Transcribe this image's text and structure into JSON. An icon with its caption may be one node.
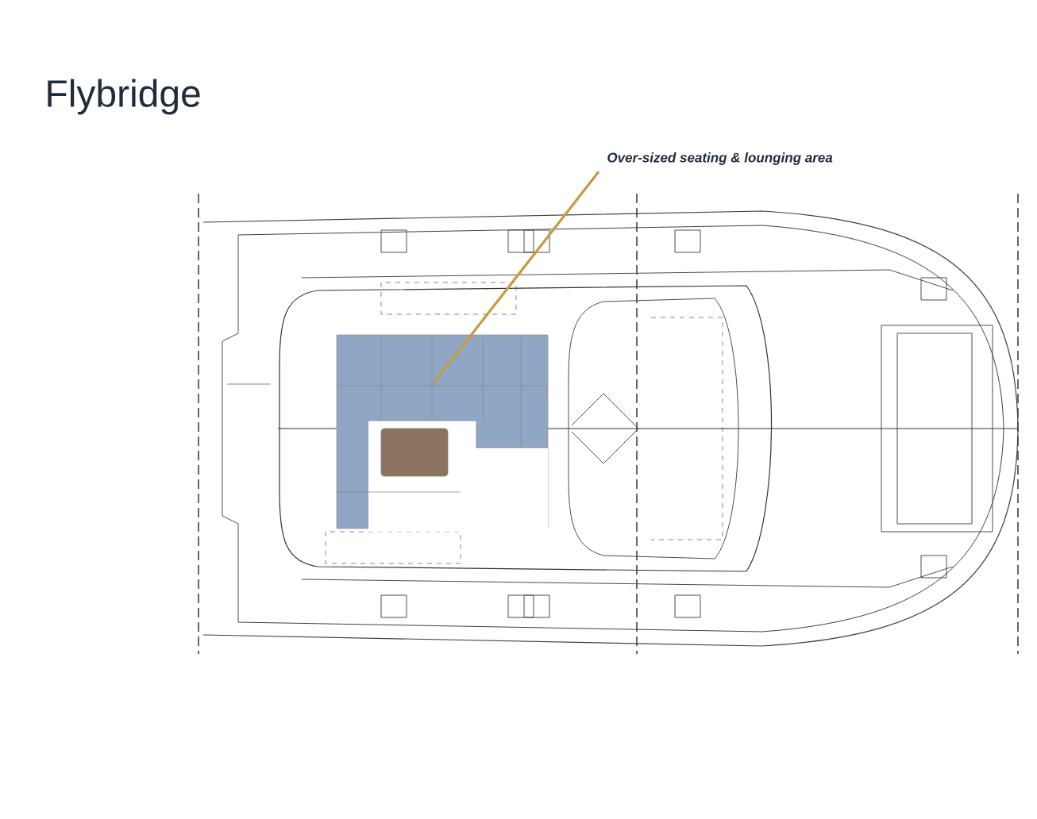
{
  "diagram": {
    "title": "Flybridge",
    "nodes": [
      {
        "text": [
          "Over-sized seating & lounging area"
        ]
      },
      {
        "text": [],
        "shape": "box"
      }
    ],
    "edges": [
      {
        "from": 0,
        "to": 1,
        "arrow": "none",
        "color": "#c89a3a"
      }
    ]
  }
}
